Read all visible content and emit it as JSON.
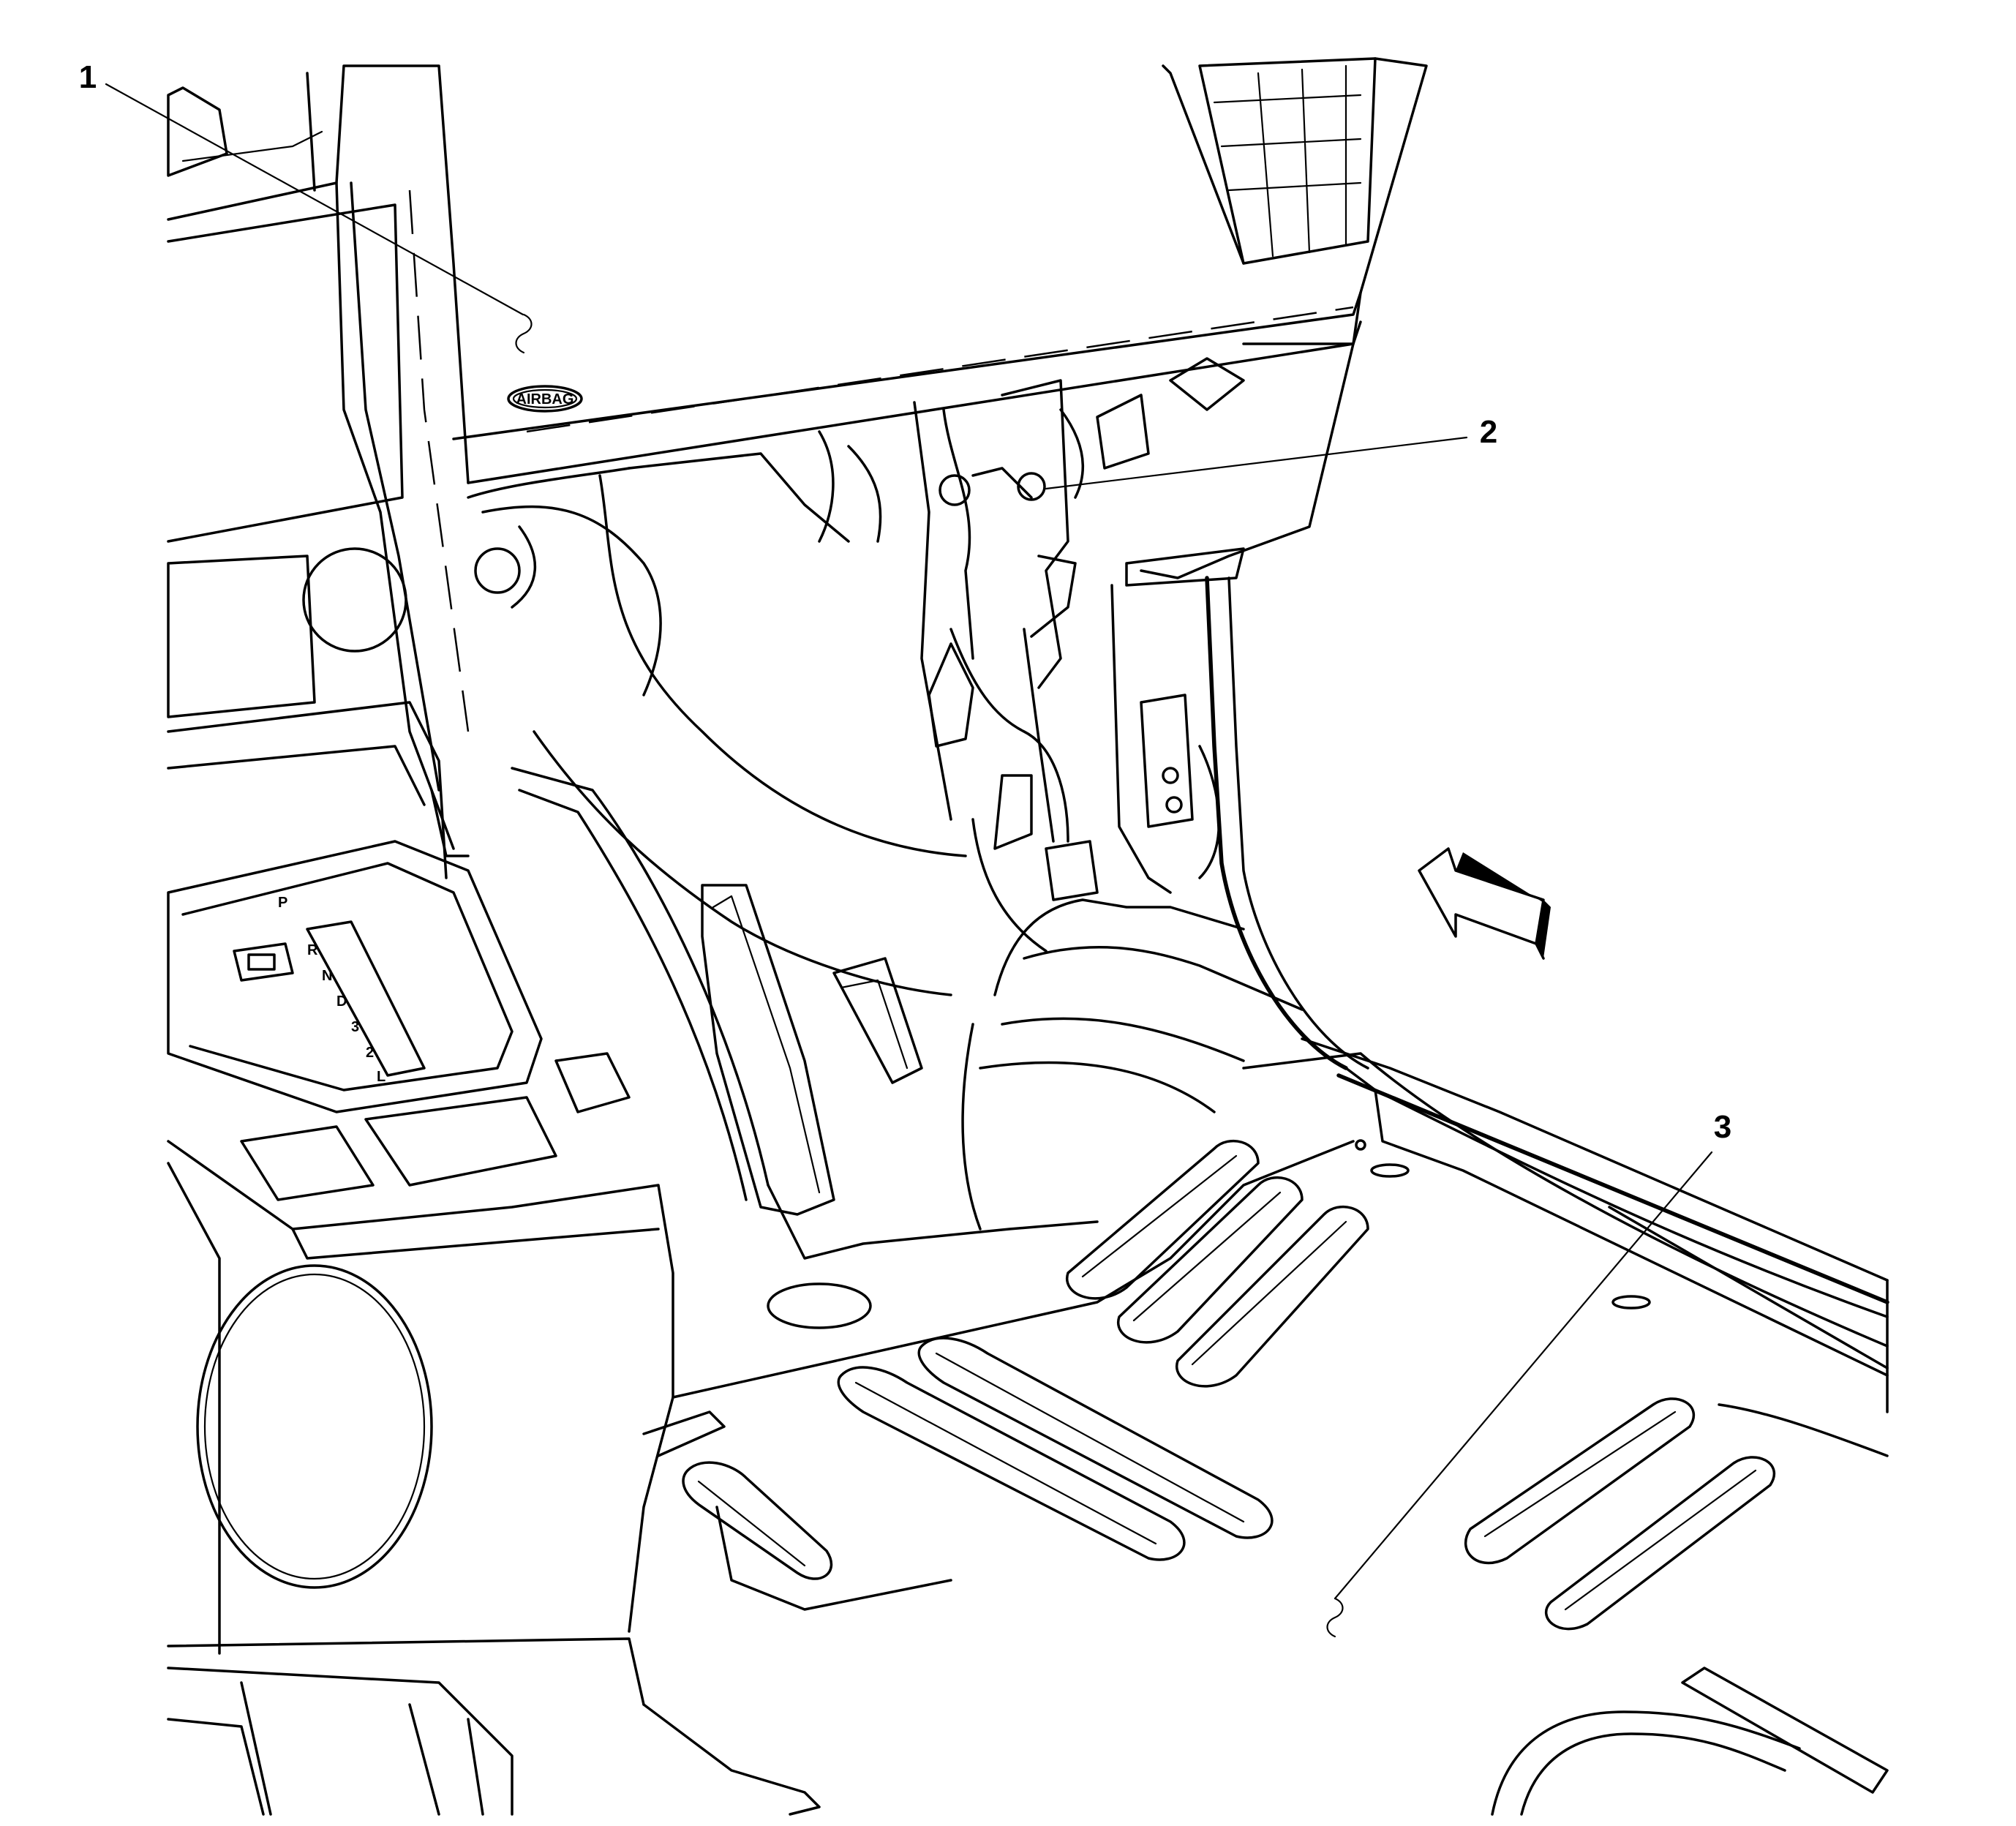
{
  "diagram": {
    "callouts": [
      {
        "id": "callout-1",
        "number": "1"
      },
      {
        "id": "callout-2",
        "number": "2"
      },
      {
        "id": "callout-3",
        "number": "3"
      }
    ],
    "badge_text": "AIRBAG",
    "shifter_letters": [
      "P",
      "R",
      "N",
      "D",
      "3",
      "2",
      "L"
    ]
  }
}
